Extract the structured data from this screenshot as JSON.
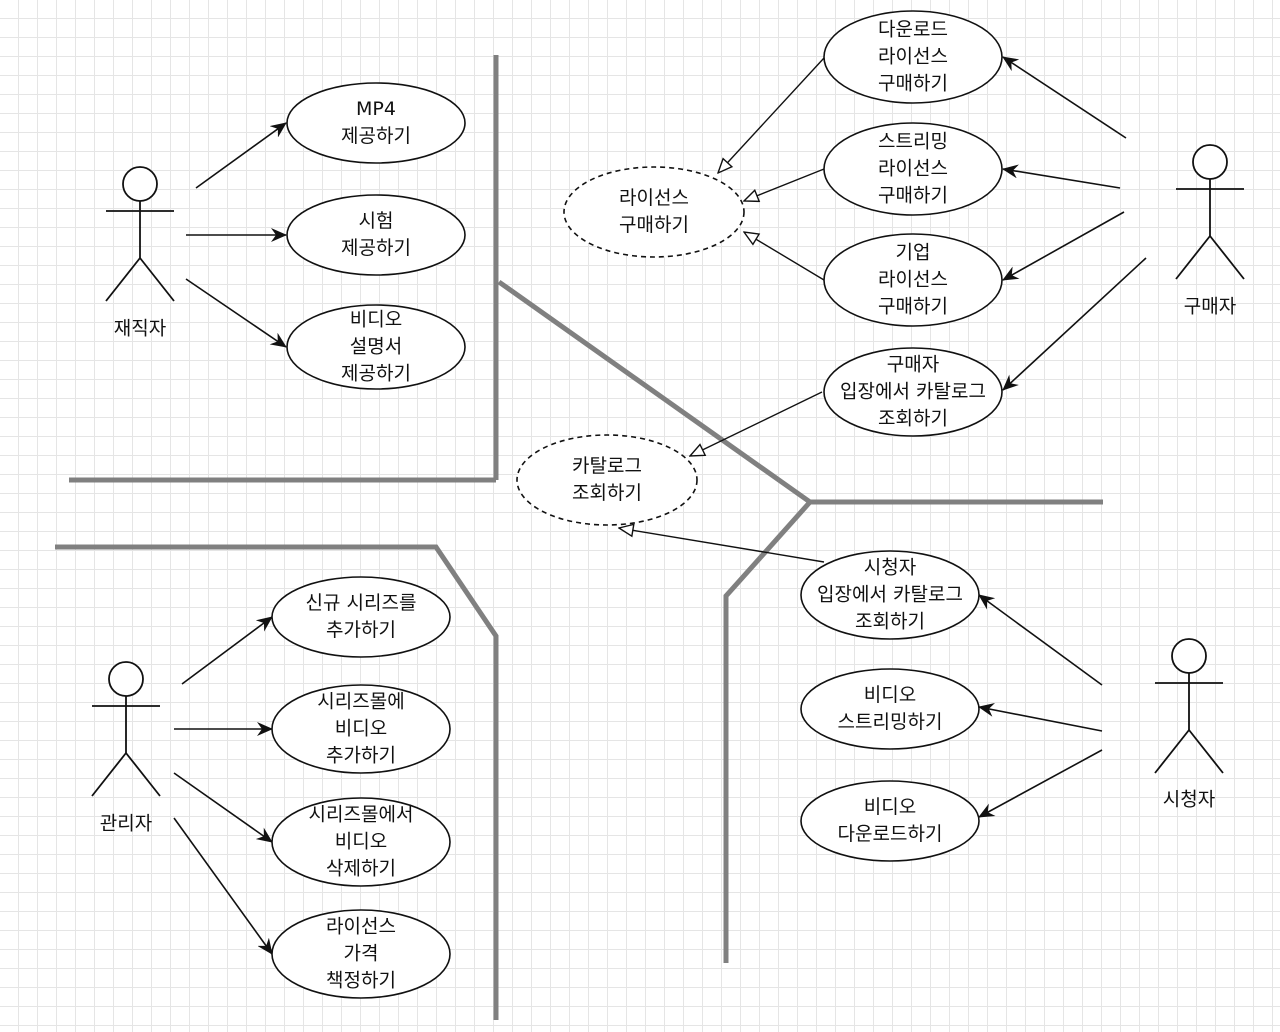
{
  "actors": [
    {
      "id": "employee",
      "label": "재직자"
    },
    {
      "id": "buyer",
      "label": "구매자"
    },
    {
      "id": "admin",
      "label": "관리자"
    },
    {
      "id": "viewer",
      "label": "시청자"
    }
  ],
  "use_cases": [
    {
      "id": "mp4",
      "lines": [
        "MP4",
        "제공하기"
      ],
      "style": "solid"
    },
    {
      "id": "trial",
      "lines": [
        "시험",
        "제공하기"
      ],
      "style": "solid"
    },
    {
      "id": "video_desc",
      "lines": [
        "비디오",
        "설명서",
        "제공하기"
      ],
      "style": "solid"
    },
    {
      "id": "download_license",
      "lines": [
        "다운로드",
        "라이선스",
        "구매하기"
      ],
      "style": "solid"
    },
    {
      "id": "streaming_license",
      "lines": [
        "스트리밍",
        "라이선스",
        "구매하기"
      ],
      "style": "solid"
    },
    {
      "id": "enterprise_license",
      "lines": [
        "기업",
        "라이선스",
        "구매하기"
      ],
      "style": "solid"
    },
    {
      "id": "license_purchase",
      "lines": [
        "라이선스",
        "구매하기"
      ],
      "style": "dashed"
    },
    {
      "id": "buyer_catalog",
      "lines": [
        "구매자",
        "입장에서 카탈로그",
        "조회하기"
      ],
      "style": "solid"
    },
    {
      "id": "catalog",
      "lines": [
        "카탈로그",
        "조회하기"
      ],
      "style": "dashed"
    },
    {
      "id": "viewer_catalog",
      "lines": [
        "시청자",
        "입장에서 카탈로그",
        "조회하기"
      ],
      "style": "solid"
    },
    {
      "id": "video_streaming",
      "lines": [
        "비디오",
        "스트리밍하기"
      ],
      "style": "solid"
    },
    {
      "id": "video_download",
      "lines": [
        "비디오",
        "다운로드하기"
      ],
      "style": "solid"
    },
    {
      "id": "new_series",
      "lines": [
        "신규 시리즈를",
        "추가하기"
      ],
      "style": "solid"
    },
    {
      "id": "add_video",
      "lines": [
        "시리즈몰에",
        "비디오",
        "추가하기"
      ],
      "style": "solid"
    },
    {
      "id": "delete_video",
      "lines": [
        "시리즈몰에서",
        "비디오",
        "삭제하기"
      ],
      "style": "solid"
    },
    {
      "id": "license_price",
      "lines": [
        "라이선스",
        "가격",
        "책정하기"
      ],
      "style": "solid"
    }
  ],
  "associations": [
    {
      "from": "employee",
      "to": "mp4"
    },
    {
      "from": "employee",
      "to": "trial"
    },
    {
      "from": "employee",
      "to": "video_desc"
    },
    {
      "from": "buyer",
      "to": "download_license"
    },
    {
      "from": "buyer",
      "to": "streaming_license"
    },
    {
      "from": "buyer",
      "to": "enterprise_license"
    },
    {
      "from": "buyer",
      "to": "buyer_catalog"
    },
    {
      "from": "admin",
      "to": "new_series"
    },
    {
      "from": "admin",
      "to": "add_video"
    },
    {
      "from": "admin",
      "to": "delete_video"
    },
    {
      "from": "admin",
      "to": "license_price"
    },
    {
      "from": "viewer",
      "to": "viewer_catalog"
    },
    {
      "from": "viewer",
      "to": "video_streaming"
    },
    {
      "from": "viewer",
      "to": "video_download"
    }
  ],
  "generalizations": [
    {
      "child": "download_license",
      "parent": "license_purchase"
    },
    {
      "child": "streaming_license",
      "parent": "license_purchase"
    },
    {
      "child": "enterprise_license",
      "parent": "license_purchase"
    },
    {
      "child": "buyer_catalog",
      "parent": "catalog"
    },
    {
      "child": "viewer_catalog",
      "parent": "catalog"
    }
  ],
  "colors": {
    "stroke": "#111111",
    "boundary": "#808080",
    "grid": "#e5e5e5",
    "background": "#ffffff"
  }
}
